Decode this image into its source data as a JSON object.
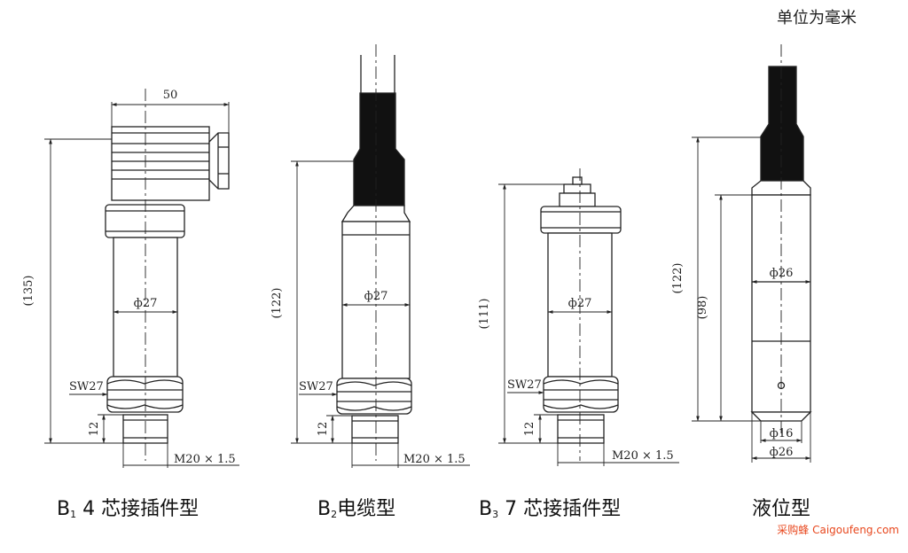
{
  "unit_note": "单位为毫米",
  "watermark": "采购蜂 Caigoufeng.com",
  "sensors": [
    {
      "caption_prefix": "B",
      "caption_sub": "1",
      "caption_rest": " 4 芯接插件型",
      "dims": {
        "width": "50",
        "height": "(135)",
        "dia": "ф27",
        "sw": "SW27",
        "thread_len": "12",
        "thread": "M20 × 1.5"
      }
    },
    {
      "caption_prefix": "B",
      "caption_sub": "2",
      "caption_rest": "电缆型",
      "dims": {
        "height": "(122)",
        "dia": "ф27",
        "sw": "SW27",
        "thread_len": "12",
        "thread": "M20 × 1.5"
      }
    },
    {
      "caption_prefix": "B",
      "caption_sub": "3",
      "caption_rest": " 7 芯接插件型",
      "dims": {
        "height": "(111)",
        "dia": "ф27",
        "sw": "SW27",
        "thread_len": "12",
        "thread": "M20 × 1.5"
      }
    },
    {
      "caption_prefix": "",
      "caption_sub": "",
      "caption_rest": "液位型",
      "dims": {
        "height_outer": "(122)",
        "height_inner": "(98)",
        "dia_body": "ф26",
        "dia_tip": "ф16",
        "dia_bottom": "ф26"
      }
    }
  ]
}
